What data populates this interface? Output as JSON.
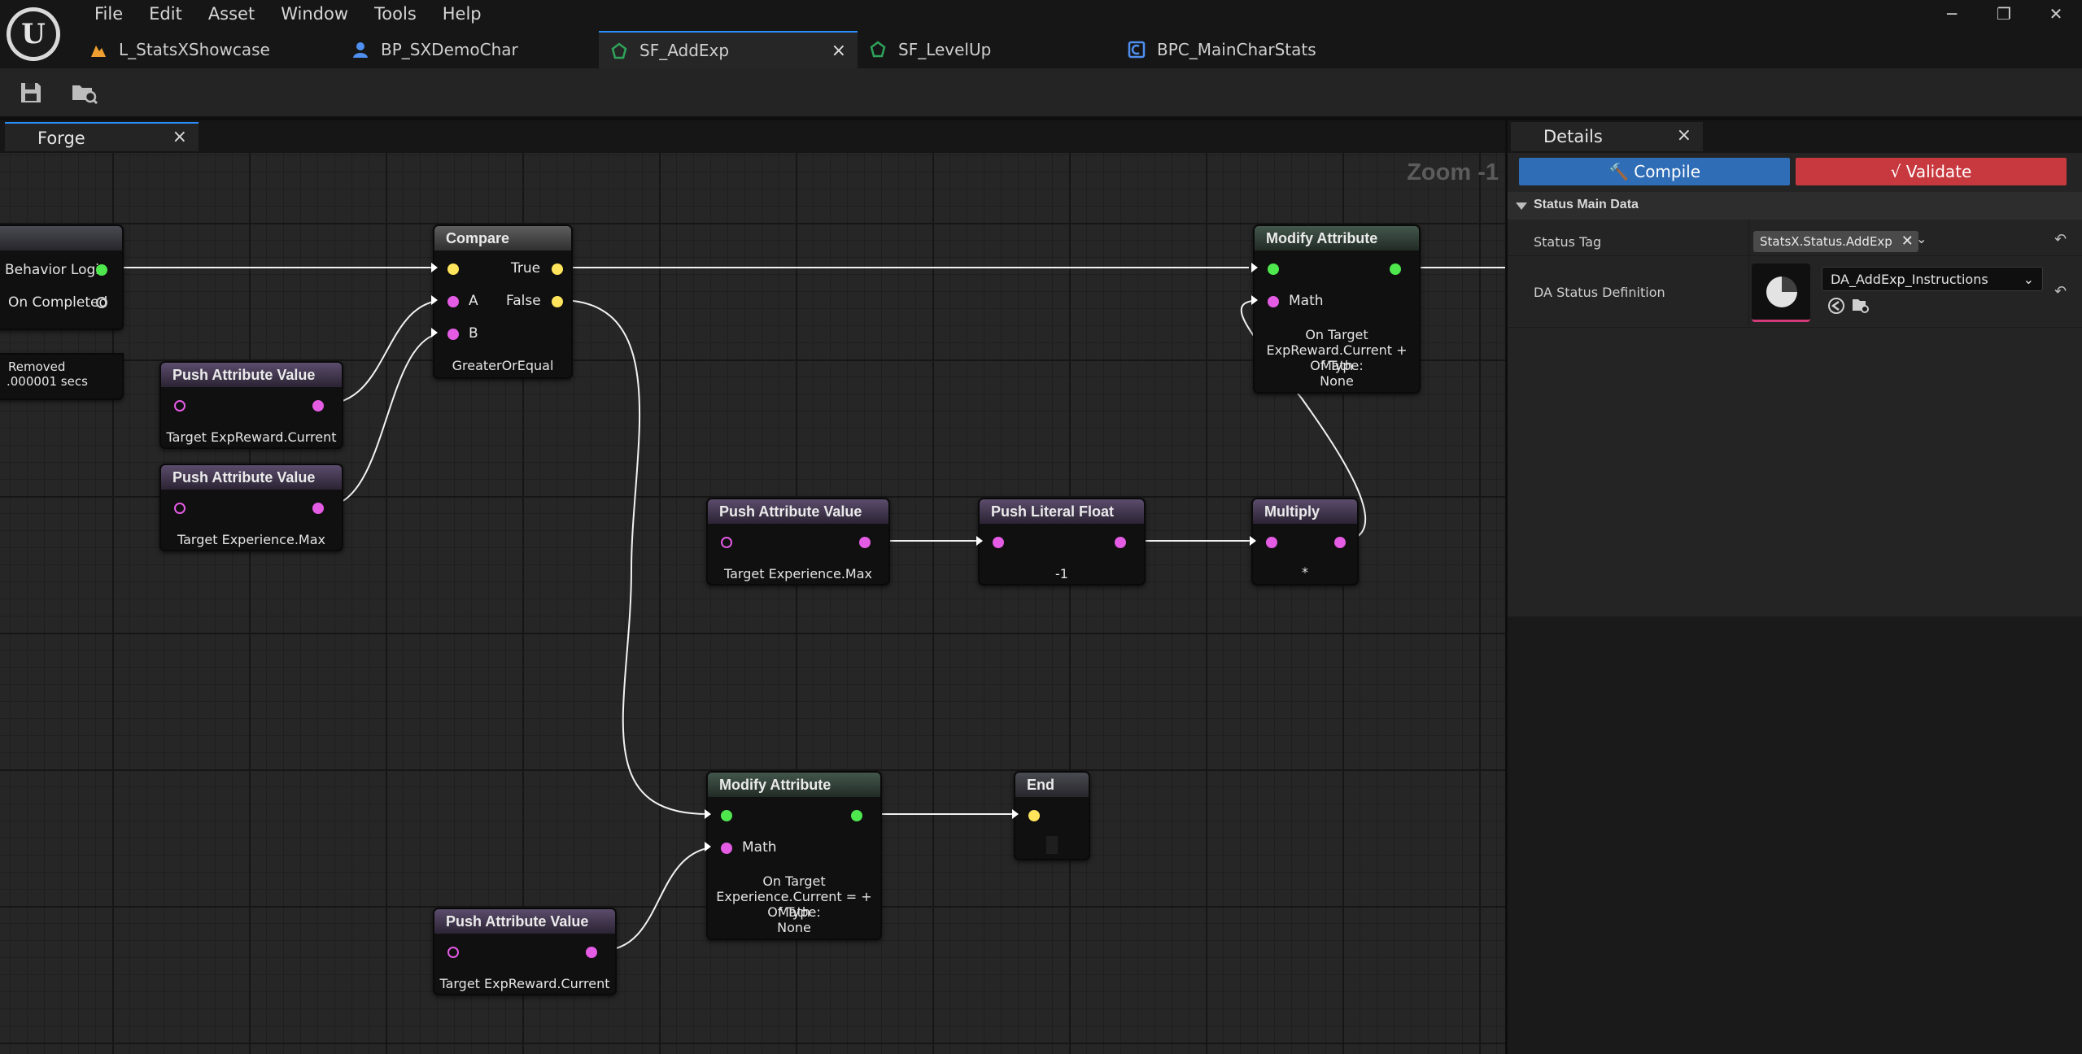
{
  "menu": [
    "File",
    "Edit",
    "Asset",
    "Window",
    "Tools",
    "Help"
  ],
  "window_controls": {
    "minimize": "─",
    "restore": "❐",
    "close": "✕"
  },
  "tabs": [
    {
      "label": "L_StatsXShowcase",
      "icon": "level-icon",
      "color": "#f0a030"
    },
    {
      "label": "BP_SXDemoChar",
      "icon": "character-icon",
      "color": "#4f8ff0"
    },
    {
      "label": "SF_AddExp",
      "icon": "forge-icon",
      "color": "#2fa35a",
      "active": true,
      "close": "×"
    },
    {
      "label": "SF_LevelUp",
      "icon": "forge-icon",
      "color": "#2fa35a"
    },
    {
      "label": "BPC_MainCharStats",
      "icon": "component-icon",
      "color": "#4f8ff0"
    }
  ],
  "toolbar": {
    "save_icon": "save-icon",
    "browse_icon": "browse-icon"
  },
  "forge": {
    "tab_label": "Forge",
    "close": "×",
    "zoom": "Zoom -1",
    "nodes": {
      "behavior": {
        "row1": "Behavior Logic",
        "row2": "On Completed",
        "text1": "Removed",
        "text2": ".000001 secs"
      },
      "compare": {
        "title": "Compare",
        "true": "True",
        "a": "A",
        "false": "False",
        "b": "B",
        "mode": "GreaterOrEqual"
      },
      "push1": {
        "title": "Push Attribute Value",
        "target": "Target ExpReward.Current"
      },
      "push2": {
        "title": "Push Attribute Value",
        "target": "Target Experience.Max"
      },
      "push3": {
        "title": "Push Attribute Value",
        "target": "Target Experience.Max"
      },
      "literal": {
        "title": "Push Literal Float",
        "value": "-1"
      },
      "multiply": {
        "title": "Multiply",
        "value": "*"
      },
      "modify_top": {
        "title": "Modify Attribute",
        "math": "Math",
        "l1": "On Target",
        "l2": "ExpReward.Current + Math",
        "l3": "Of Type:",
        "l4": "None"
      },
      "modify_bottom": {
        "title": "Modify Attribute",
        "math": "Math",
        "l1": "On Target",
        "l2": "Experience.Current = + Math",
        "l3": "Of Type:",
        "l4": "None"
      },
      "end": {
        "title": "End"
      },
      "push4": {
        "title": "Push Attribute Value",
        "target": "Target ExpReward.Current"
      }
    }
  },
  "details": {
    "tab_label": "Details",
    "close": "×",
    "compile": "🔨 Compile",
    "validate": "√ Validate",
    "section": "Status Main Data",
    "status_tag_label": "Status Tag",
    "status_tag_value": "StatsX.Status.AddExp",
    "chip_close": "✕",
    "dropdown_arrow": "⌄",
    "reset": "↶",
    "da_label": "DA Status Definition",
    "da_value": "DA_AddExp_Instructions",
    "da_chevron": "⌄"
  }
}
